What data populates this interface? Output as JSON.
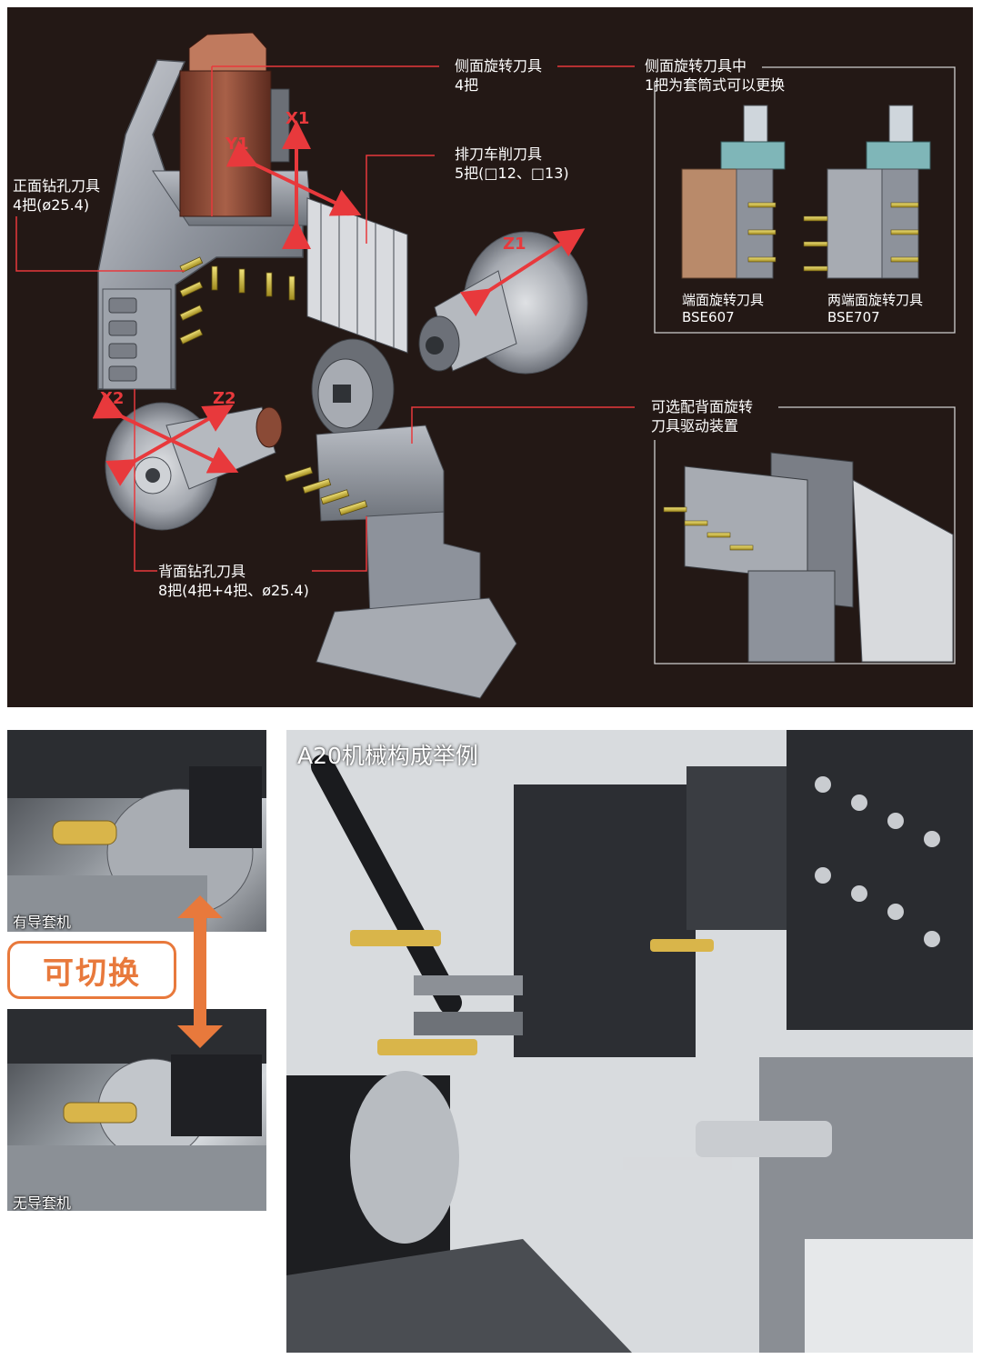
{
  "diagram": {
    "labels": {
      "side_rotary": [
        "侧面旋转刀具",
        "4把"
      ],
      "side_rotary_note": [
        "侧面旋转刀具中",
        "1把为套筒式可以更换"
      ],
      "gang_turning": [
        "排刀车削刀具",
        "5把(□12、□13)"
      ],
      "front_drill": [
        "正面钻孔刀具",
        "4把(ø25.4)"
      ],
      "back_drill": [
        "背面钻孔刀具",
        "8把(4把+4把、ø25.4)"
      ],
      "back_rotary_option": [
        "可选配背面旋转",
        "刀具驱动装置"
      ],
      "bse607": [
        "端面旋转刀具",
        "BSE607"
      ],
      "bse707": [
        "两端面旋转刀具",
        "BSE707"
      ]
    },
    "axes": [
      "X1",
      "Y1",
      "Z1",
      "X2",
      "Z2"
    ],
    "colors": {
      "background": "#231815",
      "accent_red": "#e8393c",
      "motor": "#8a4a36",
      "steel": "#9a9fa8"
    }
  },
  "photos": {
    "guide_bush_on": "有导套机",
    "guide_bush_off": "无导套机",
    "switchable": "可切换",
    "main_title": "A20机械构成举例",
    "accent_orange": "#e8793c"
  }
}
